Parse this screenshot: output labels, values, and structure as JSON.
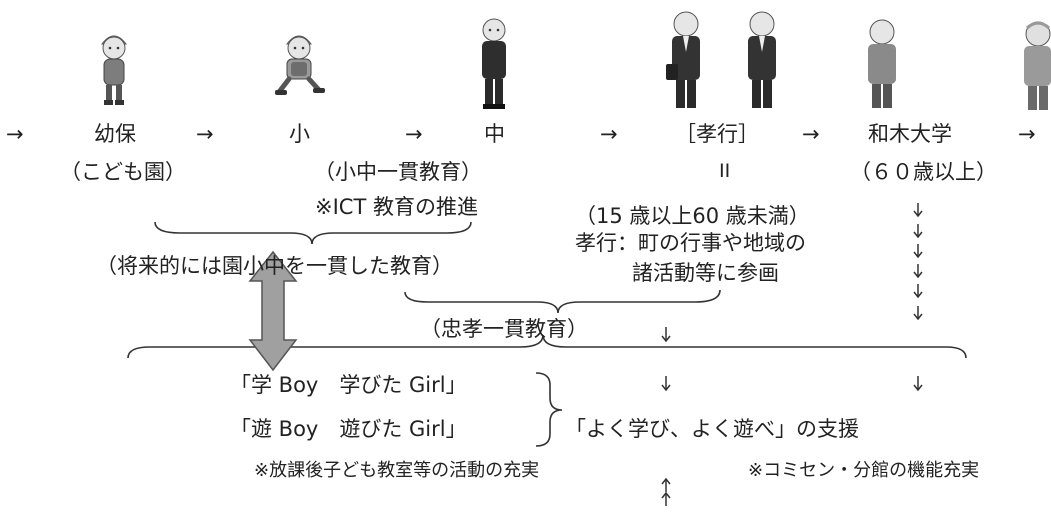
{
  "stages": [
    {
      "id": "preschool",
      "label": "幼保",
      "sub": "（こども園）"
    },
    {
      "id": "elementary",
      "label": "小",
      "sub": "（小中一貫教育）"
    },
    {
      "id": "junior-high",
      "label": "中"
    },
    {
      "id": "koukou",
      "label": "［孝行］",
      "sub": "II"
    },
    {
      "id": "university",
      "label": "和木大学",
      "sub": "（６０歳以上）"
    }
  ],
  "flow_arrow": "→",
  "notes": {
    "ict": "※ICT 教育の推進",
    "age_range": "（15 歳以上60 歳未満）",
    "koukou_desc_1": "孝行：町の行事や地域の",
    "koukou_desc_2": "諸活動等に参画",
    "future": "（将来的には園小中を一貫した教育）",
    "chuukou": "（忠孝一貫教育）",
    "slogan_1": "「学 Boy　学びた Girl」",
    "slogan_2": "「遊 Boy　遊びた Girl」",
    "support": "「よく学び、よく遊べ」の支援",
    "afterschool": "※放課後子ども教室等の活動の充実",
    "comisen": "※コミセン・分館の機能充実"
  },
  "colors": {
    "text": "#222222",
    "line": "#333333",
    "double_arrow": "#a0a0a0"
  },
  "icons": [
    "preschool-child-icon",
    "elementary-child-icon",
    "student-icon",
    "adult-man-icon",
    "adult-man-icon",
    "adult-man-icon",
    "elderly-man-icon"
  ]
}
